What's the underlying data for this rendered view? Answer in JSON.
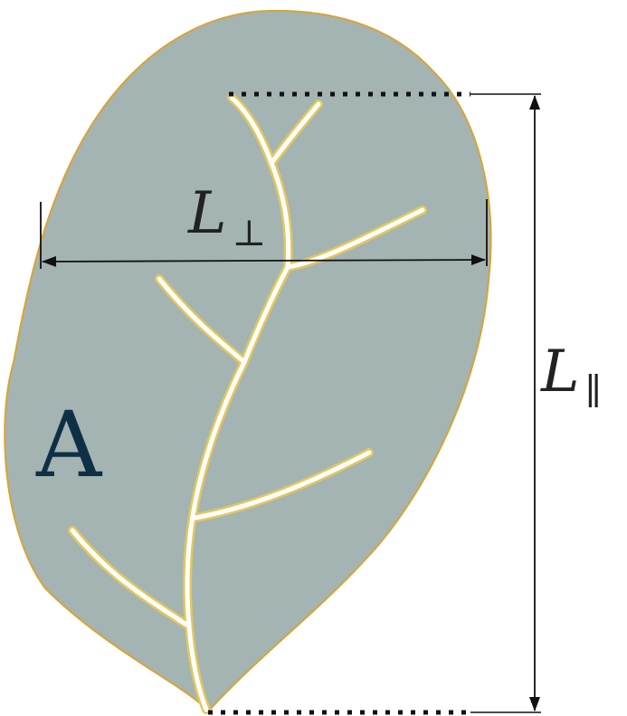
{
  "diagram": {
    "area_label": "A",
    "width_label": {
      "symbol": "L",
      "subscript": "⊥"
    },
    "length_label": {
      "symbol": "L",
      "subscript": "∥"
    },
    "colors": {
      "leaf_fill": "#a3b4b3",
      "leaf_outline": "#d9a434",
      "vein_fill": "#ffffff",
      "vein_outline": "#e5c65a",
      "area_label": "#0f3044",
      "dimension_lines": "#111111"
    }
  }
}
